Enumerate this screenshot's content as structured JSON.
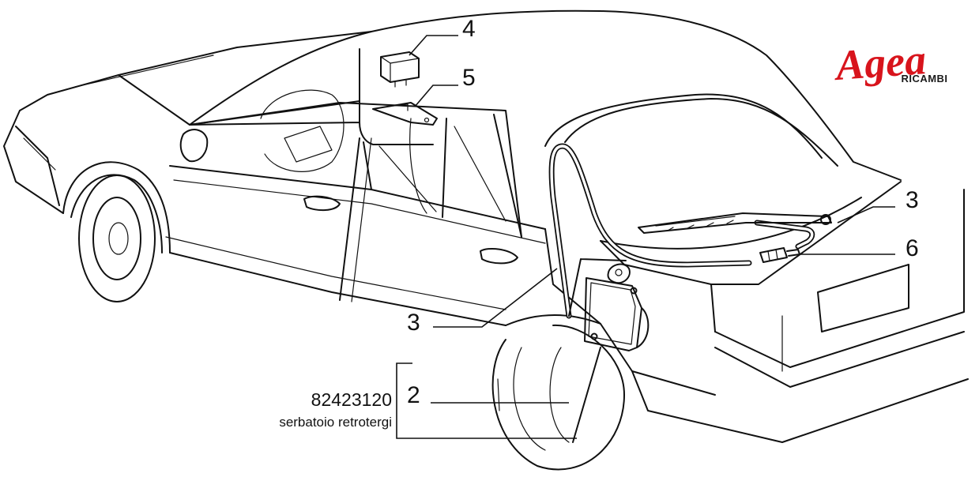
{
  "brand": {
    "name": "Agea",
    "subtitle": "RICAMBI",
    "color": "#d8141c"
  },
  "callouts": {
    "c4": "4",
    "c5": "5",
    "c3_right": "3",
    "c6": "6",
    "c3_left": "3",
    "c2": "2"
  },
  "part": {
    "number": "82423120",
    "description": "serbatoio retrotergi"
  }
}
